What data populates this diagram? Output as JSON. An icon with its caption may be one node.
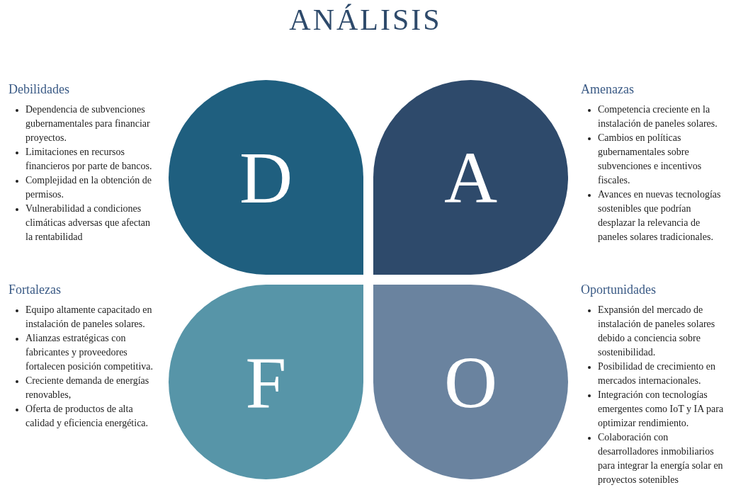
{
  "diagram": {
    "title": "ANÁLISIS",
    "nodes": [
      {
        "text": [
          "D"
        ],
        "beside": [
          "Debilidades",
          "Dependencia de subvenciones gubernamentales para financiar proyectos.",
          "Limitaciones en recursos financieros por parte de bancos.",
          "Complejidad en la obtención de permisos.",
          "Vulnerabilidad a condiciones climáticas adversas que afectan la rentabilidad"
        ]
      },
      {
        "text": [
          "A"
        ],
        "beside": [
          "Amenazas",
          "Competencia creciente en la instalación de paneles solares.",
          "Cambios en políticas gubernamentales sobre subvenciones e incentivos fiscales.",
          "Avances en nuevas tecnologías sostenibles que podrían desplazar la relevancia de paneles solares tradicionales."
        ]
      },
      {
        "text": [
          "F"
        ],
        "beside": [
          "Fortalezas",
          "Equipo altamente capacitado en instalación de paneles solares.",
          "Alianzas estratégicas con fabricantes y proveedores fortalecen posición competitiva.",
          "Creciente demanda de energías renovables,",
          "Oferta de productos de alta calidad y eficiencia energética."
        ]
      },
      {
        "text": [
          "O"
        ],
        "beside": [
          "Oportunidades",
          "Expansión del mercado de instalación de paneles solares debido a conciencia sobre sostenibilidad.",
          "Posibilidad de crecimiento en mercados internacionales.",
          "Integración con tecnologías emergentes como IoT y IA para optimizar rendimiento.",
          "Colaboración con desarrolladores inmobiliarios para integrar la energía solar en proyectos sotenibles"
        ]
      }
    ],
    "edges": []
  }
}
